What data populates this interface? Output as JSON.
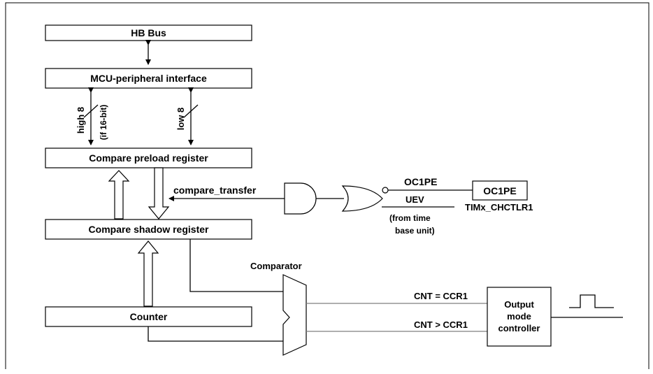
{
  "blocks": {
    "hb_bus": "HB Bus",
    "mcu_interface": "MCU-peripheral interface",
    "preload": "Compare preload register",
    "shadow": "Compare shadow register",
    "counter": "Counter",
    "oc1pe_box": "OC1PE",
    "output_ctrl": [
      "Output",
      "mode",
      "controller"
    ]
  },
  "labels": {
    "high8": "high 8",
    "if16": "(if 16-bit)",
    "low8": "low 8",
    "compare_transfer": "compare_transfer",
    "oc1pe_signal": "OC1PE",
    "uev": "UEV",
    "from_time": "(from time",
    "base_unit": "base unit)",
    "chctlr": "TIMx_CHCTLR1",
    "comparator": "Comparator",
    "cnt_eq": "CNT = CCR1",
    "cnt_gt": "CNT > CCR1"
  }
}
